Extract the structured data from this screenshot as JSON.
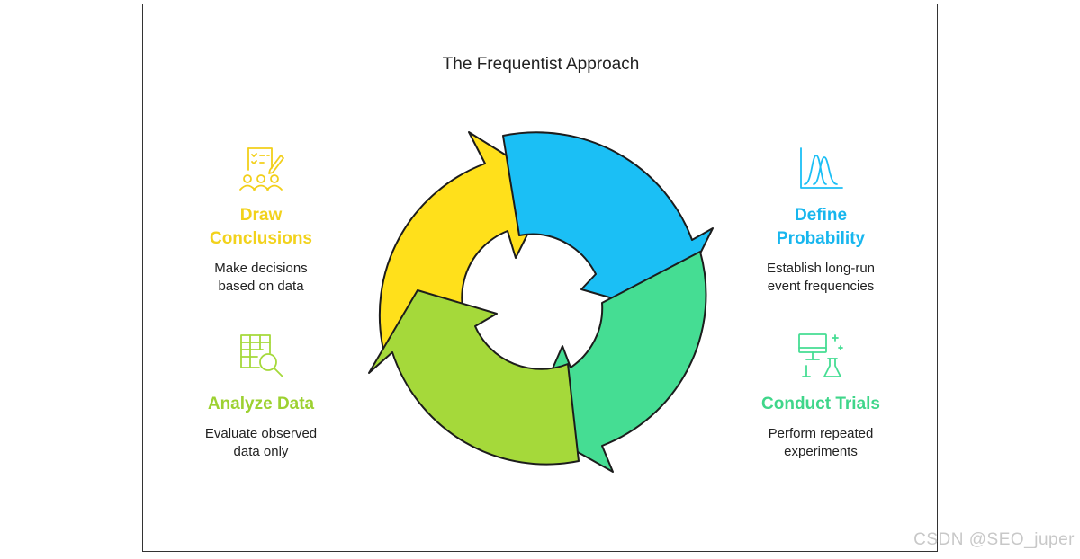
{
  "title": "The Frequentist Approach",
  "stages": [
    {
      "id": "draw",
      "label_line1": "Draw",
      "label_line2": "Conclusions",
      "desc_line1": "Make decisions",
      "desc_line2": "based on data",
      "color": "#FFE01B",
      "icon": "checklist-team-icon"
    },
    {
      "id": "define",
      "label_line1": "Define",
      "label_line2": "Probability",
      "desc_line1": "Establish long-run",
      "desc_line2": "event frequencies",
      "color": "#1BBFF5",
      "icon": "distribution-chart-icon"
    },
    {
      "id": "conduct",
      "label_line1": "Conduct Trials",
      "desc_line1": "Perform repeated",
      "desc_line2": "experiments",
      "color": "#45DD93",
      "icon": "computer-lab-icon"
    },
    {
      "id": "analyze",
      "label_line1": "Analyze Data",
      "desc_line1": "Evaluate observed",
      "desc_line2": "data only",
      "color": "#A5D93A",
      "icon": "table-magnifier-icon"
    }
  ],
  "watermark": "CSDN @SEO_juper"
}
